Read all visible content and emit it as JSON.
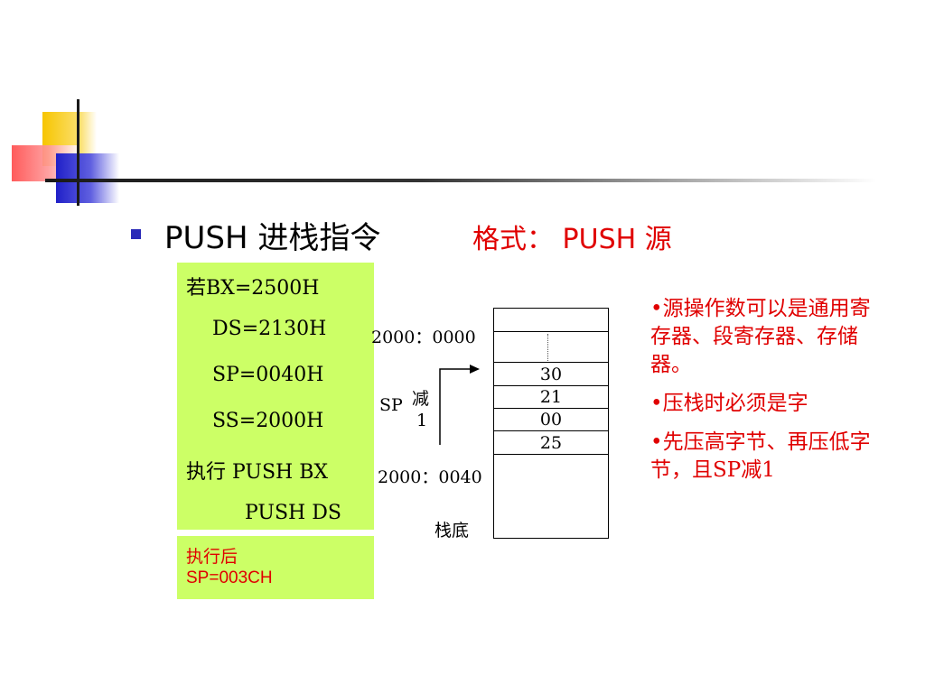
{
  "title": {
    "main": "PUSH  进栈指令",
    "format": "格式： PUSH  源"
  },
  "example": {
    "lines": [
      "若BX=2500H",
      "DS=2130H",
      "SP=0040H",
      "SS=2000H",
      "执行 PUSH  BX",
      "PUSH  DS"
    ],
    "after": [
      "执行后",
      "SP=003CH"
    ]
  },
  "stack": {
    "top_addr": "2000：0000",
    "bottom_addr": "2000：0040",
    "sp_label": "SP",
    "dec_label": "减",
    "dec_value": "1",
    "bottom_label": "栈底",
    "cells": [
      "30",
      "21",
      "00",
      "25"
    ]
  },
  "notes": [
    "•源操作数可以是通用寄存器、段寄存器、存储器。",
    "•压栈时必须是字",
    "•先压高字节、再压低字节，且SP减1"
  ],
  "colors": {
    "accent_red": "#e00000",
    "panel_green": "#ccff66",
    "bullet_blue": "#2a2ab8"
  }
}
